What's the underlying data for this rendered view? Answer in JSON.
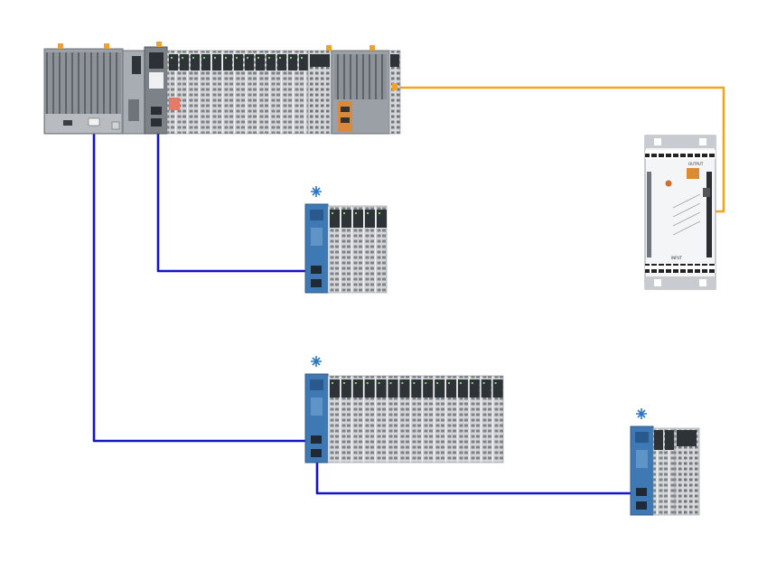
{
  "colors": {
    "profinet_cable": "#1515c8",
    "io_link_cable": "#f0a51c",
    "head_module_blue": "#3f79b3",
    "module_grey": "#d2d4d6",
    "controller_dark": "#8c9197",
    "status_icon": "#2a78c8"
  },
  "devices": {
    "controller": {
      "kind": "plc-with-local-io",
      "io_slices": 13
    },
    "remote_station_1": {
      "kind": "bus-coupler",
      "io_slices": 5,
      "icon": "network-sync-icon"
    },
    "remote_station_2": {
      "kind": "bus-coupler",
      "io_slices": 15,
      "icon": "network-sync-icon"
    },
    "remote_station_3": {
      "kind": "bus-coupler",
      "io_slices": 2,
      "icon": "network-sync-icon"
    },
    "io_link_device": {
      "kind": "io-link-terminal",
      "labels": [
        "OUTPUT",
        "INPUT"
      ]
    }
  },
  "connections": [
    {
      "from": "controller",
      "to": "remote_station_1",
      "type": "profinet"
    },
    {
      "from": "controller",
      "to": "remote_station_2",
      "type": "profinet"
    },
    {
      "from": "remote_station_2",
      "to": "remote_station_3",
      "type": "profinet"
    },
    {
      "from": "controller",
      "to": "io_link_device",
      "type": "io-link"
    }
  ]
}
